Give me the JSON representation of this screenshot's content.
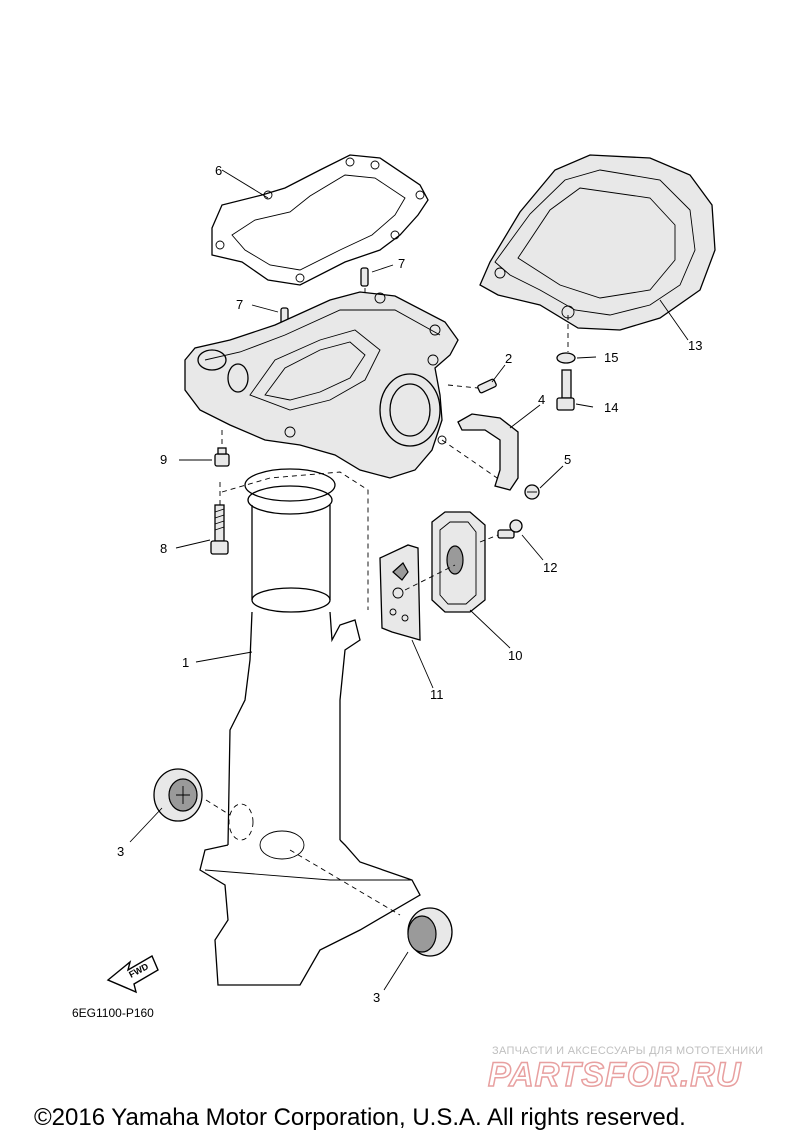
{
  "diagram": {
    "code": "6EG1100-P160",
    "fwd_label": "FWD",
    "callouts": [
      "1",
      "2",
      "3",
      "3",
      "4",
      "5",
      "6",
      "7",
      "7",
      "8",
      "9",
      "10",
      "11",
      "12",
      "13",
      "14",
      "15"
    ]
  },
  "watermark": {
    "tagline": "ЗАПЧАСТИ И АКСЕССУАРЫ ДЛЯ МОТОТЕХНИКИ",
    "brand": "PARTSFOR.RU"
  },
  "copyright": "©2016 Yamaha Motor Corporation, U.S.A. All rights reserved."
}
